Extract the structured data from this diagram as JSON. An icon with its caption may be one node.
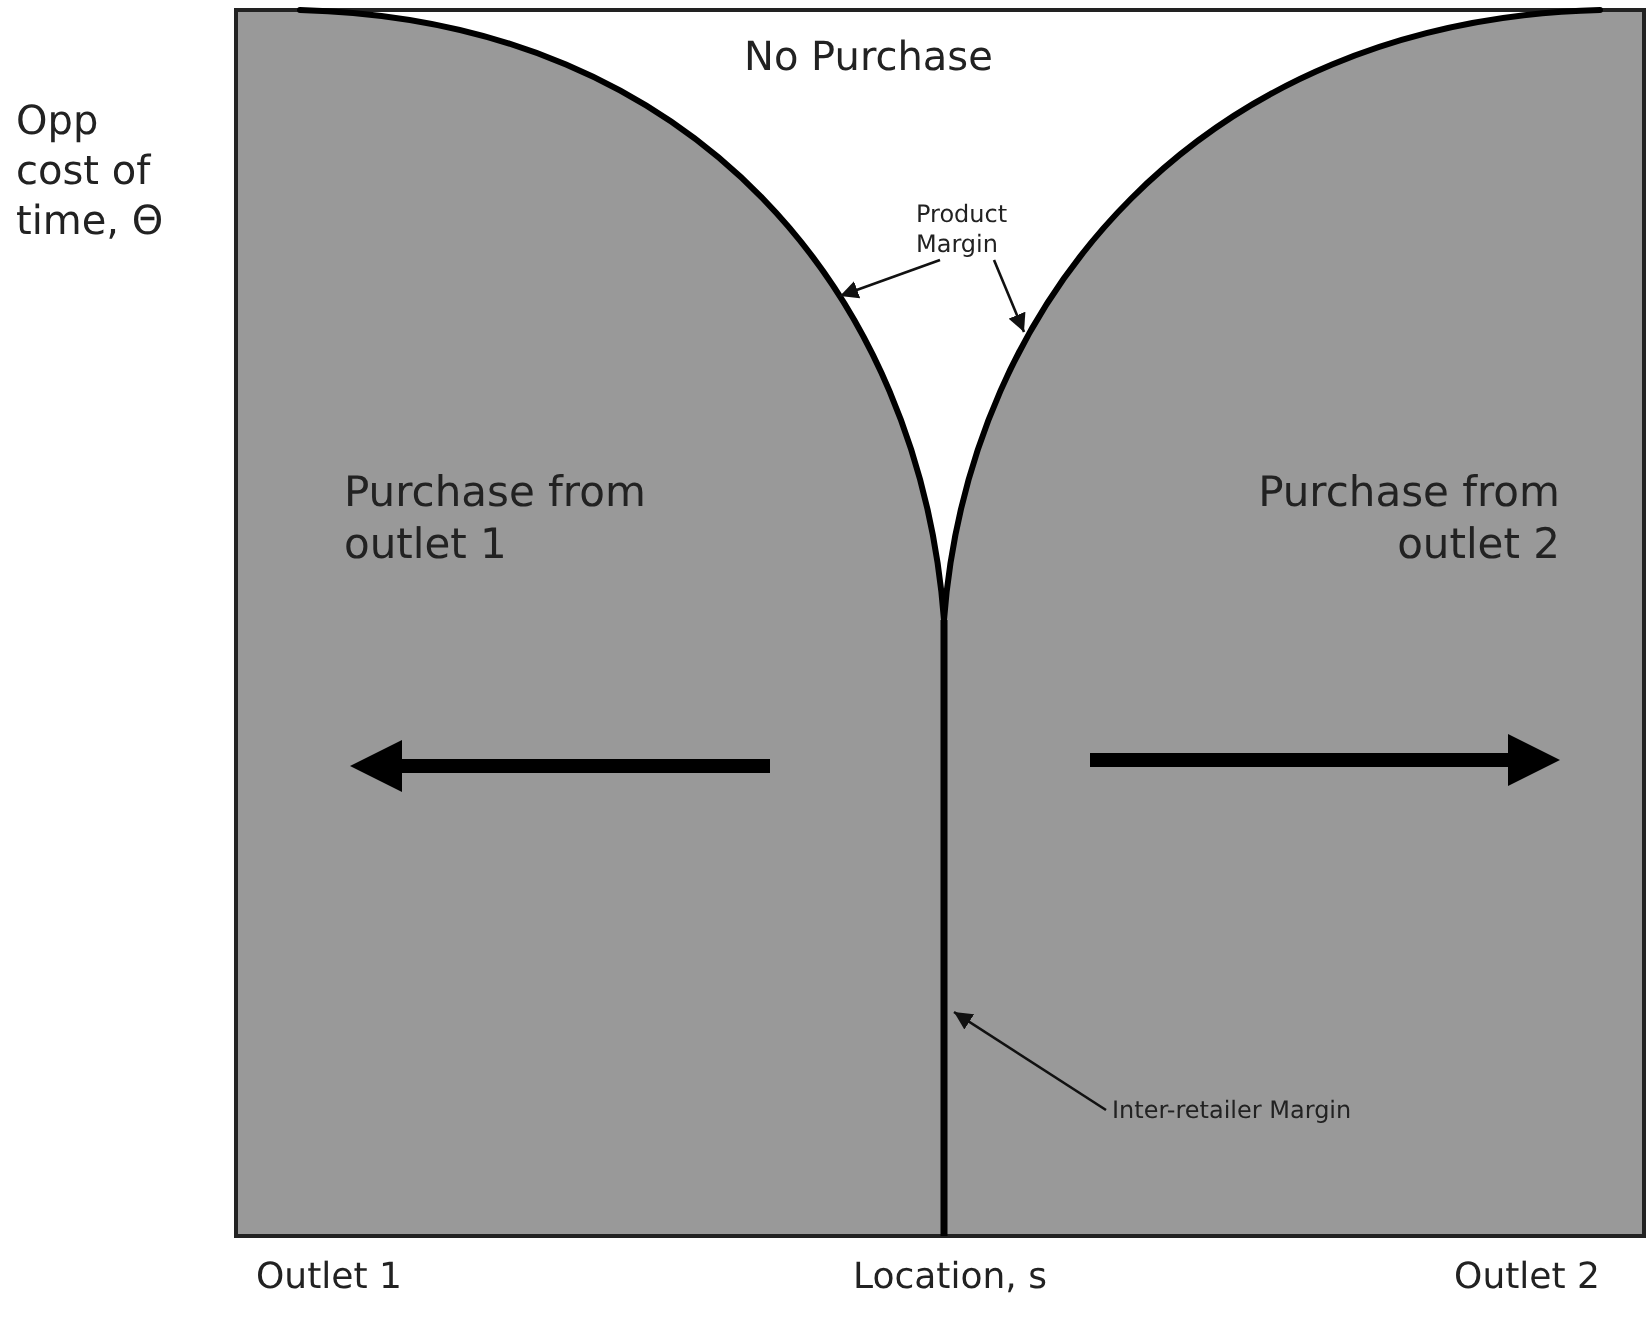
{
  "diagram": {
    "nodes": [
      {
        "text": [
          "Product Margin"
        ]
      },
      {
        "text": [],
        "shape": "curve"
      },
      {
        "text": [],
        "shape": "curve"
      },
      {
        "text": [
          "Inter-retailer Margin"
        ]
      },
      {
        "text": [],
        "shape": "line"
      }
    ],
    "edges": [
      {
        "from": 0,
        "to": 1,
        "arrow": "to"
      },
      {
        "from": 0,
        "to": 2,
        "arrow": "to"
      },
      {
        "from": 3,
        "to": 4,
        "arrow": "to"
      }
    ],
    "labels": [
      "Opp cost of time, Θ",
      "No Purchase",
      "Purchase from outlet 1",
      "Purchase from outlet 2",
      "Outlet 1",
      "Location, s",
      "Outlet 2"
    ]
  }
}
